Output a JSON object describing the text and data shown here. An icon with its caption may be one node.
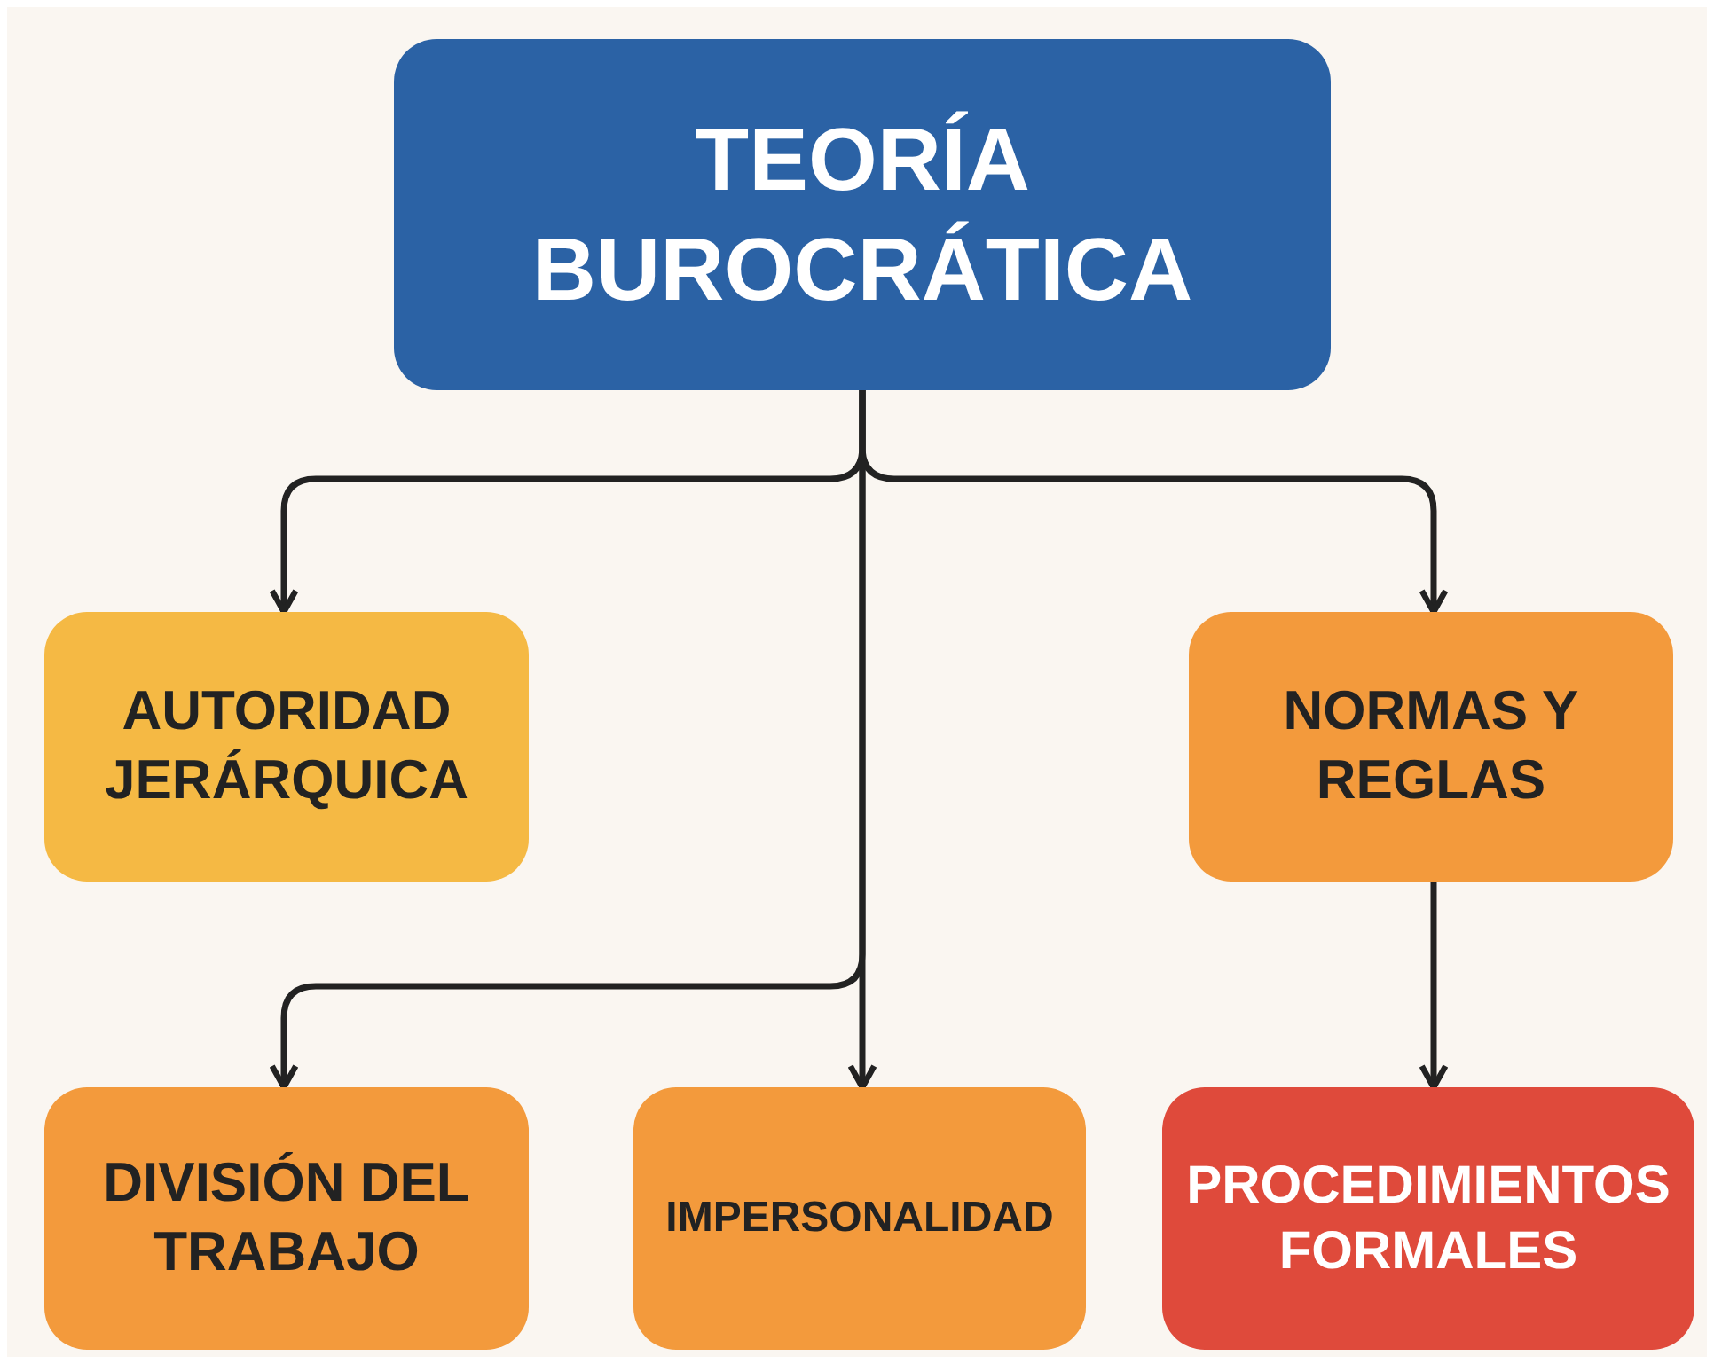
{
  "diagram": {
    "nodes": [
      {
        "text": [
          "TEORÍA BUROCRÁTICA"
        ]
      },
      {
        "text": [
          "AUTORIDAD JERÁRQUICA"
        ]
      },
      {
        "text": [
          "NORMAS Y REGLAS"
        ]
      },
      {
        "text": [
          "DIVISIÓN DEL TRABAJO"
        ]
      },
      {
        "text": [
          "IMPERSONALIDAD"
        ]
      },
      {
        "text": [
          "PROCEDIMIENTOS FORMALES"
        ]
      }
    ],
    "edges": [
      {
        "from": 0,
        "to": 1,
        "arrow": "to"
      },
      {
        "from": 0,
        "to": 2,
        "arrow": "to"
      },
      {
        "from": 0,
        "to": 3,
        "arrow": "to"
      },
      {
        "from": 0,
        "to": 4,
        "arrow": "to"
      },
      {
        "from": 2,
        "to": 5,
        "arrow": "to"
      }
    ]
  }
}
